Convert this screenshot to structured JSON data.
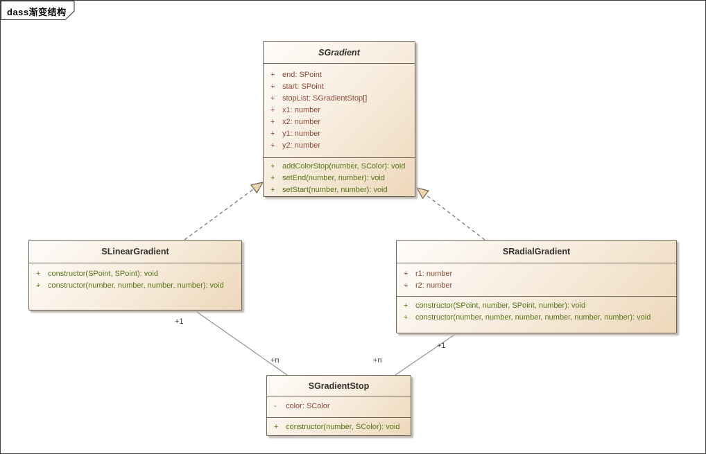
{
  "frame": {
    "label": "dass渐变结构"
  },
  "classes": [
    {
      "name": "SGradient",
      "abstract": true,
      "attributes": [
        {
          "vis": "+",
          "text": "end: SPoint"
        },
        {
          "vis": "+",
          "text": "start: SPoint"
        },
        {
          "vis": "+",
          "text": "stopList: SGradientStop[]"
        },
        {
          "vis": "+",
          "text": "x1: number"
        },
        {
          "vis": "+",
          "text": "x2: number"
        },
        {
          "vis": "+",
          "text": "y1: number"
        },
        {
          "vis": "+",
          "text": "y2: number"
        }
      ],
      "operations": [
        {
          "vis": "+",
          "text": "addColorStop(number, SColor): void"
        },
        {
          "vis": "+",
          "text": "setEnd(number, number): void"
        },
        {
          "vis": "+",
          "text": "setStart(number, number): void"
        }
      ]
    },
    {
      "name": "SLinearGradient",
      "abstract": false,
      "attributes": [],
      "operations": [
        {
          "vis": "+",
          "text": "constructor(SPoint, SPoint): void"
        },
        {
          "vis": "+",
          "text": "constructor(number, number, number, number): void"
        }
      ]
    },
    {
      "name": "SRadialGradient",
      "abstract": false,
      "attributes": [
        {
          "vis": "+",
          "text": "r1: number"
        },
        {
          "vis": "+",
          "text": "r2: number"
        }
      ],
      "operations": [
        {
          "vis": "+",
          "text": "constructor(SPoint, number, SPoint, number): void"
        },
        {
          "vis": "+",
          "text": "constructor(number, number, number, number, number, number): void"
        }
      ]
    },
    {
      "name": "SGradientStop",
      "abstract": false,
      "attributes": [
        {
          "vis": "-",
          "text": "color: SColor"
        }
      ],
      "operations": [
        {
          "vis": "+",
          "text": "constructor(number, SColor): void"
        }
      ]
    }
  ],
  "relations": [
    {
      "type": "generalization",
      "from": "SLinearGradient",
      "to": "SGradient"
    },
    {
      "type": "generalization",
      "from": "SRadialGradient",
      "to": "SGradient"
    },
    {
      "type": "association",
      "from": "SLinearGradient",
      "to": "SGradientStop",
      "from_label": "+1",
      "to_label": "+n"
    },
    {
      "type": "association",
      "from": "SRadialGradient",
      "to": "SGradientStop",
      "from_label": "+1",
      "to_label": "+n"
    }
  ],
  "colors": {
    "attribute_text": "#8e4938",
    "operation_text": "#567417",
    "box_border": "#6f675c",
    "box_fill_light": "#fefcfa",
    "box_fill_dark": "#edd8ba",
    "generalization_arrow_fill": "#ecd4a9",
    "association_line": "#8c8c8c"
  }
}
